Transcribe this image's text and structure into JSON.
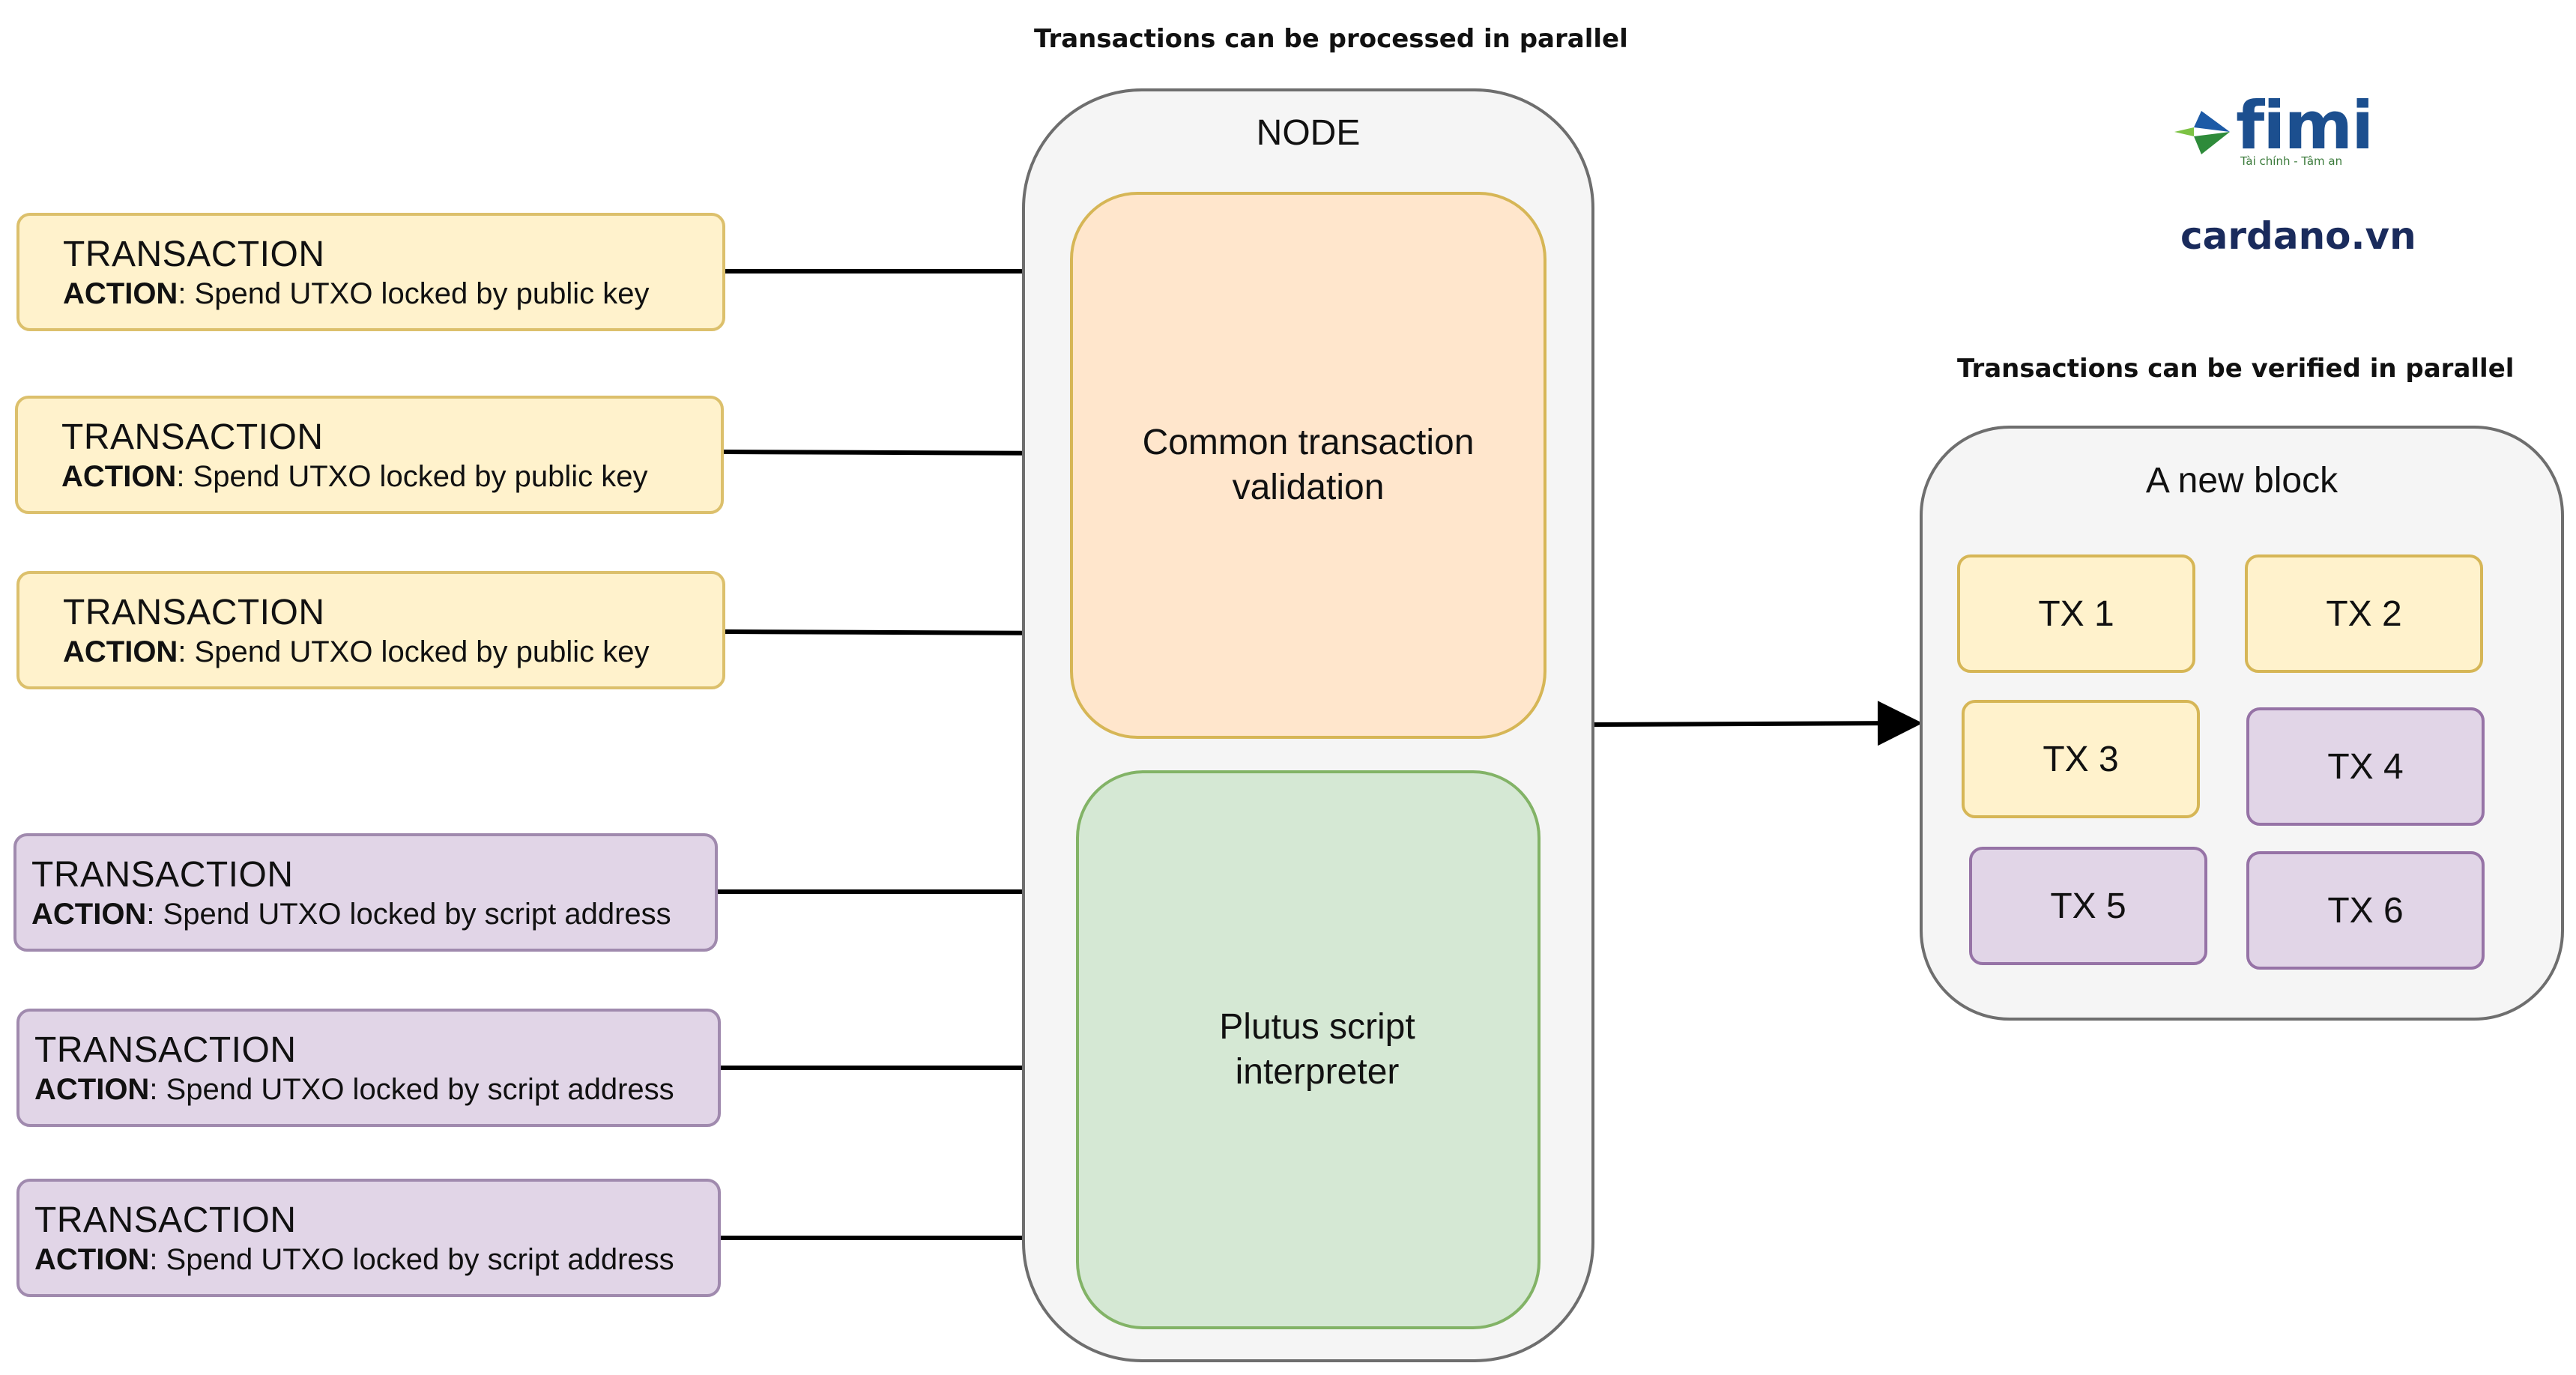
{
  "captions": {
    "processed": "Transactions can be processed in parallel",
    "verified": "Transactions can be verified in parallel"
  },
  "transactions": [
    {
      "title": "TRANSACTION",
      "action_label": "ACTION",
      "action_text": ": Spend UTXO locked by public key",
      "kind": "public-key"
    },
    {
      "title": "TRANSACTION",
      "action_label": "ACTION",
      "action_text": ": Spend UTXO locked by public key",
      "kind": "public-key"
    },
    {
      "title": "TRANSACTION",
      "action_label": "ACTION",
      "action_text": ": Spend UTXO locked by public key",
      "kind": "public-key"
    },
    {
      "title": "TRANSACTION",
      "action_label": "ACTION",
      "action_text": ": Spend UTXO locked by script address",
      "kind": "script"
    },
    {
      "title": "TRANSACTION",
      "action_label": "ACTION",
      "action_text": ": Spend UTXO locked by script address",
      "kind": "script"
    },
    {
      "title": "TRANSACTION",
      "action_label": "ACTION",
      "action_text": ": Spend UTXO locked by script address",
      "kind": "script"
    }
  ],
  "node": {
    "title": "NODE",
    "validation_line1": "Common transaction",
    "validation_line2": "validation",
    "plutus_line1": "Plutus script",
    "plutus_line2": "interpreter"
  },
  "block": {
    "title": "A new block",
    "txs": [
      "TX 1",
      "TX 2",
      "TX 3",
      "TX 4",
      "TX 5",
      "TX 6"
    ]
  },
  "brand": {
    "logo": "fimi",
    "tagline": "Tài chính - Tâm an",
    "site": "cardano.vn"
  },
  "colors": {
    "public_key_fill": "#fff2cc",
    "script_fill": "#e1d5e7",
    "validation_fill": "#ffe6cc",
    "plutus_fill": "#d5e8d4",
    "node_fill": "#f5f5f5"
  },
  "icons": [
    "arrow-icon",
    "fimi-logo-icon"
  ]
}
